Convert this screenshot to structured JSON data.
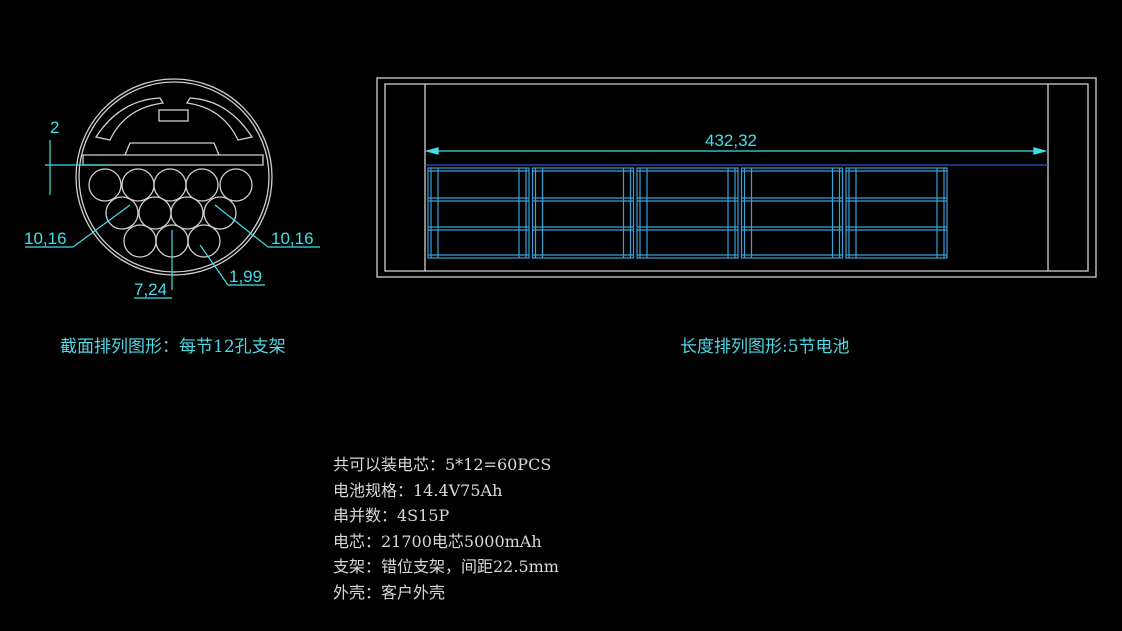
{
  "section_view": {
    "caption": "截面排列图形：每节12孔支架",
    "dimensions": {
      "gap": "2",
      "left_diameter": "10,16",
      "right_diameter": "10,16",
      "pitch": "7,24",
      "wall": "1,99"
    }
  },
  "length_view": {
    "caption": "长度排列图形:5节电池",
    "dimensions": {
      "length": "432,32"
    },
    "modules": 5
  },
  "specs": [
    "共可以装电芯：5*12=60PCS",
    "电池规格：14.4V75Ah",
    "串并数：4S15P",
    "电芯：21700电芯5000mAh",
    "支架：错位支架，间距22.5mm",
    "外壳：客户外壳"
  ],
  "colors": {
    "background": "#000000",
    "outline": "#d0d0d0",
    "dimension": "#3fe0e8",
    "cells": "#3aa0d8"
  }
}
